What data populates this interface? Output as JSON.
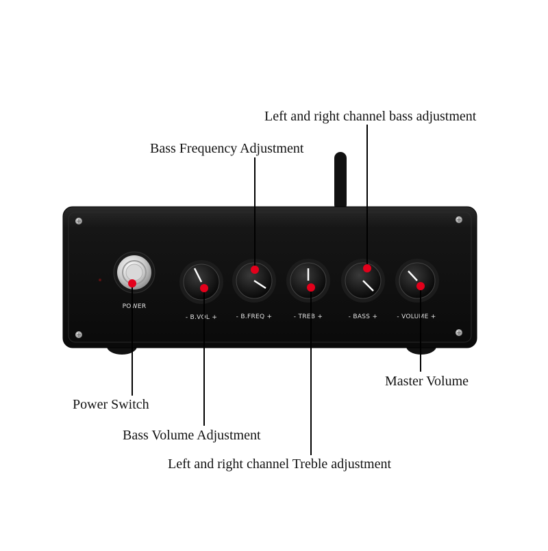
{
  "device": {
    "power_label": "POWER",
    "knobs": [
      {
        "label": "- B.VOL +"
      },
      {
        "label": "- B.FREQ +"
      },
      {
        "label": "- TREB +"
      },
      {
        "label": "- BASS +"
      },
      {
        "label": "- VOLUME +"
      }
    ],
    "colors": {
      "body": "#111111",
      "marker": "#e3001b",
      "leader": "#000000"
    }
  },
  "callouts": {
    "bass_lr": "Left and right channel bass adjustment",
    "bass_freq": "Bass Frequency Adjustment",
    "master_volume": "Master Volume",
    "power_switch": "Power Switch",
    "bass_volume": "Bass Volume Adjustment",
    "treble_lr": "Left and right channel Treble adjustment"
  }
}
